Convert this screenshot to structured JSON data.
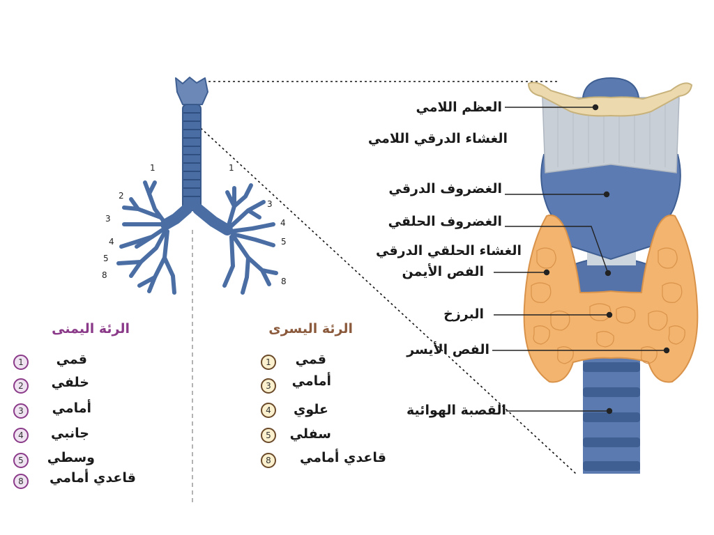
{
  "colors": {
    "right_lung_heading": "#8a3a88",
    "left_lung_heading": "#8b5a3c",
    "airway_blue": "#4a6ea4",
    "thyroid_orange": "#f2b46e",
    "hyoid_cream": "#ecd9ad",
    "membrane_grey": "#c9cfd6"
  },
  "labels": {
    "hyoid": "العظم اللامي",
    "thyrohyoid_membrane": "الغشاء الدرقي اللامي",
    "thyroid_cartilage": "الغضروف الدرقي",
    "cricoid_cartilage": "الغضروف الحلقي",
    "cricothyroid_membrane": "الغشاء الحلقي الدرقي",
    "right_lobe": "الفص الأيمن",
    "isthmus": "البرزخ",
    "left_lobe": "الفص الأيسر",
    "trachea": "القصبة الهوائية"
  },
  "segment_numbers": {
    "right": [
      "1",
      "2",
      "3",
      "4",
      "5",
      "8"
    ],
    "left": [
      "1",
      "3",
      "4",
      "5",
      "8"
    ]
  },
  "right_lung": {
    "heading": "الرئة اليمنى",
    "items": [
      {
        "num": "1",
        "name": "قمي"
      },
      {
        "num": "2",
        "name": "خلفي"
      },
      {
        "num": "3",
        "name": "أمامي"
      },
      {
        "num": "4",
        "name": "جانبي"
      },
      {
        "num": "5",
        "name": "وسطي"
      },
      {
        "num": "8",
        "name": "قاعدي أمامي"
      }
    ]
  },
  "left_lung": {
    "heading": "الرئة اليسرى",
    "items": [
      {
        "num": "1",
        "name": "قمي"
      },
      {
        "num": "3",
        "name": "أمامي"
      },
      {
        "num": "4",
        "name": "علوي"
      },
      {
        "num": "5",
        "name": "سفلي"
      },
      {
        "num": "8",
        "name": "قاعدي أمامي"
      }
    ]
  }
}
